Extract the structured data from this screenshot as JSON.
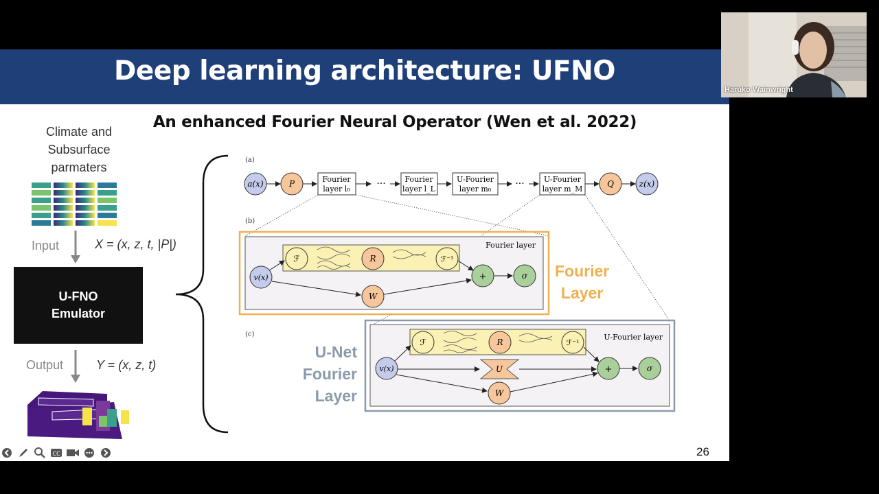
{
  "slide": {
    "title": "Deep learning architecture: UFNO",
    "subtitle": "An enhanced Fourier Neural Operator (Wen et al. 2022)",
    "left_panel": {
      "climate_lines": [
        "Climate and",
        "Subsurface",
        "parmaters"
      ],
      "input_label": "Input",
      "input_equation": "X = (x, z, t, |P|)",
      "emulator_lines": [
        "U-FNO",
        "Emulator"
      ],
      "output_label": "Output",
      "output_equation": "Y = (x, z, t)"
    },
    "diagram": {
      "panel_a_label": "(a)",
      "panel_b_label": "(b)",
      "panel_c_label": "(c)",
      "node_a": "a(x)",
      "node_p": "P",
      "box_fourier_l0": [
        "Fourier",
        "layer l₀"
      ],
      "dots": "···",
      "box_fourier_lL": [
        "Fourier",
        "layer l_L"
      ],
      "box_ufourier_m0": [
        "U-Fourier",
        "layer m₀"
      ],
      "box_ufourier_mM": [
        "U-Fourier",
        "layer m_M"
      ],
      "node_q": "Q",
      "node_z": "z(x)",
      "fourier_layer_caption": "Fourier layer",
      "ufourier_layer_caption": "U-Fourier layer",
      "node_v": "v(x)",
      "node_F": "ℱ",
      "node_R": "R",
      "node_Finv": "ℱ⁻¹",
      "node_W": "W",
      "node_plus": "+",
      "node_sigma": "σ",
      "node_U": "U"
    },
    "callouts": {
      "fourier_lines": [
        "Fourier",
        "Layer"
      ],
      "unet_lines": [
        "U-Net",
        "Fourier",
        "Layer"
      ]
    },
    "page_number": "26"
  },
  "video": {
    "speaker_name": "Haruko Wainwright"
  },
  "toolbar": {
    "icons": [
      "previous-icon",
      "pen-icon",
      "zoom-icon",
      "captions-icon",
      "camera-icon",
      "more-icon",
      "next-icon"
    ]
  },
  "colors": {
    "title_bar": "#1f3f78",
    "fourier_orange": "#f0b050",
    "unet_gray": "#8a9aab",
    "node_blue": "#c5cbea",
    "node_orange": "#f7c79b",
    "node_green": "#a9cf9a",
    "node_yellow": "#fbf1b4"
  }
}
